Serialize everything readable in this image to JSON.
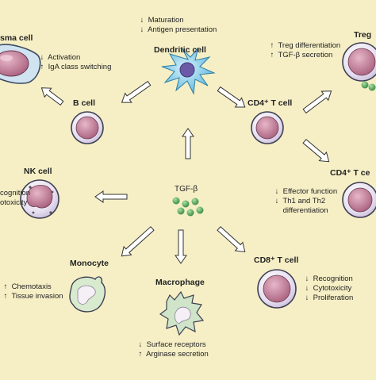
{
  "center": {
    "label": "TGF-β"
  },
  "cells": {
    "plasma": {
      "name": "sma cell",
      "effects": [
        {
          "dir": "↓",
          "text": "Activation"
        },
        {
          "dir": "↑",
          "text": "IgA class switching"
        }
      ]
    },
    "b_cell": {
      "name": "B cell"
    },
    "dendritic": {
      "name": "Dendritic cell",
      "effects": [
        {
          "dir": "↓",
          "text": "Maturation"
        },
        {
          "dir": "↓",
          "text": "Antigen presentation"
        }
      ]
    },
    "cd4_top": {
      "name": "CD4⁺ T cell"
    },
    "treg": {
      "name": "Treg",
      "effects": [
        {
          "dir": "↑",
          "text": "Treg differentiation"
        },
        {
          "dir": "↑",
          "text": "TGF-β secretion"
        }
      ]
    },
    "cd4_right": {
      "name": "CD4⁺ T ce",
      "effects": [
        {
          "dir": "↓",
          "text": "Effector function"
        },
        {
          "dir": "↓",
          "text": "Th1 and Th2"
        },
        {
          "dir": "",
          "text": "differentiation"
        }
      ]
    },
    "nk": {
      "name": "NK cell",
      "effects": [
        {
          "dir": "",
          "text": "cognition"
        },
        {
          "dir": "",
          "text": "otoxicity"
        }
      ]
    },
    "cd8": {
      "name": "CD8⁺ T cell",
      "effects": [
        {
          "dir": "↓",
          "text": "Recognition"
        },
        {
          "dir": "↓",
          "text": "Cytotoxicity"
        },
        {
          "dir": "↓",
          "text": "Proliferation"
        }
      ]
    },
    "monocyte": {
      "name": "Monocyte",
      "effects": [
        {
          "dir": "↑",
          "text": "Chemotaxis"
        },
        {
          "dir": "↑",
          "text": "Tissue invasion"
        }
      ]
    },
    "macrophage": {
      "name": "Macrophage",
      "effects": [
        {
          "dir": "↓",
          "text": "Surface receptors"
        },
        {
          "dir": "↑",
          "text": "Arginase secretion"
        }
      ]
    }
  },
  "colors": {
    "background": "#f6efc6",
    "cell_body": "#ece6f3",
    "nucleus": "#c4869e",
    "dendritic": "#7ec8e3",
    "tgf_beads": "#58a65c",
    "arrow_fill": "#ffffff",
    "arrow_stroke": "#333333"
  }
}
